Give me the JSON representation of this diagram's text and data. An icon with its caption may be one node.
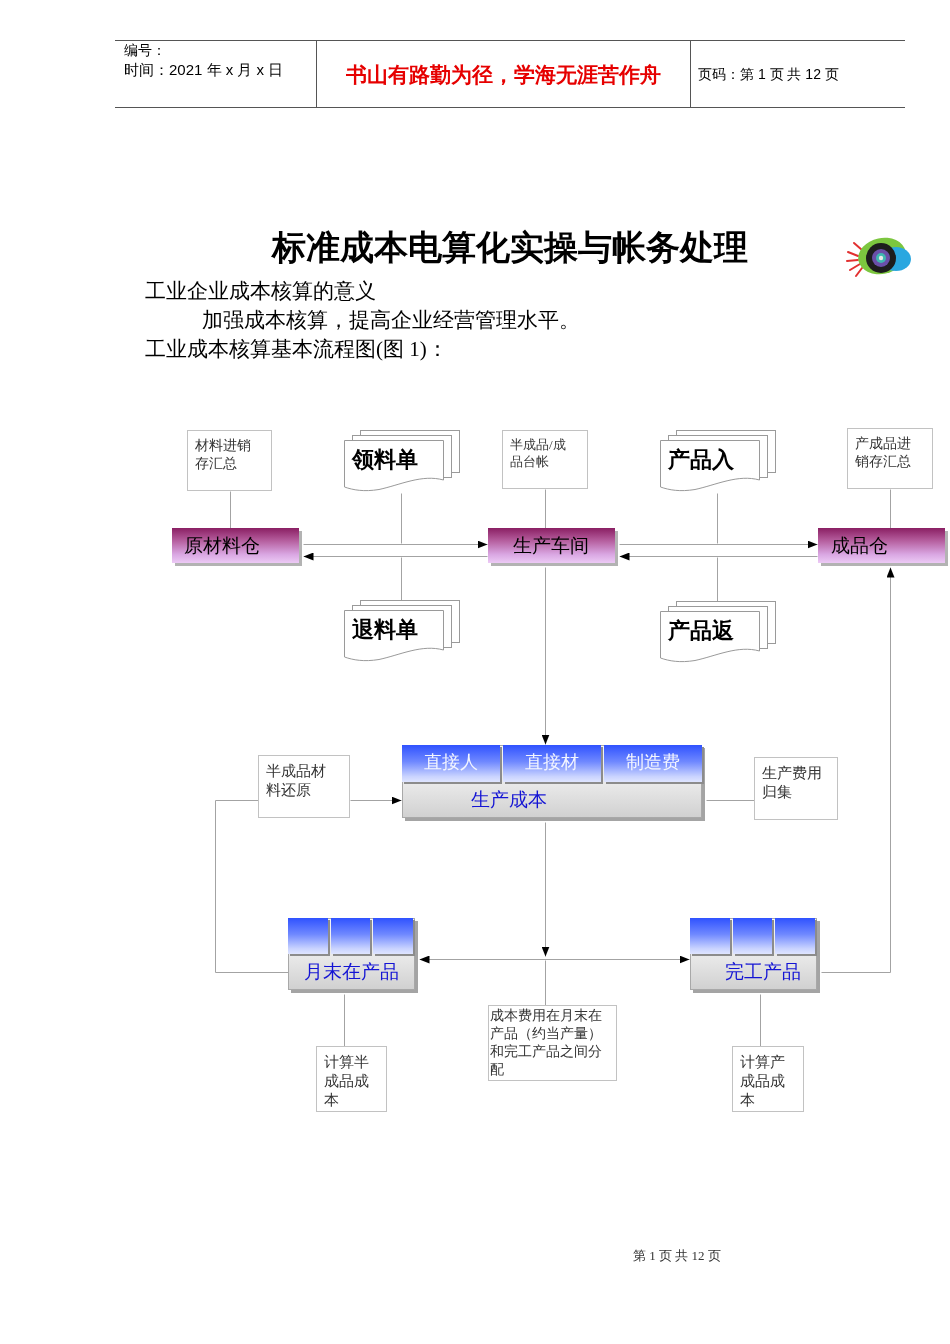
{
  "diagram": {
    "title": "标准成本电算化实操与帐务处理",
    "nodes": [
      {
        "text": [
          "材料进销存汇总"
        ]
      },
      {
        "text": [
          "领料单"
        ]
      },
      {
        "text": [
          "半成品/成品台帐"
        ]
      },
      {
        "text": [
          "产品入"
        ]
      },
      {
        "text": [
          "产成品进销存汇总"
        ]
      },
      {
        "text": [
          "原材料仓"
        ]
      },
      {
        "text": [
          "生产车间"
        ]
      },
      {
        "text": [
          "成品仓"
        ]
      },
      {
        "text": [
          "退料单"
        ]
      },
      {
        "text": [
          "产品返"
        ]
      },
      {
        "text": [
          "半成品材料还原"
        ]
      },
      {
        "text": [
          "生产成本"
        ]
      },
      {
        "text": [
          "直接人"
        ],
        "in": 11
      },
      {
        "text": [
          "直接材"
        ],
        "in": 11
      },
      {
        "text": [
          "制造费"
        ],
        "in": 11
      },
      {
        "text": [
          "生产费用归集"
        ]
      },
      {
        "text": [
          "月末在产品"
        ]
      },
      {
        "text": [],
        "shape": "box",
        "in": 16
      },
      {
        "text": [],
        "shape": "box",
        "in": 16
      },
      {
        "text": [],
        "shape": "box",
        "in": 16
      },
      {
        "text": [
          "完工产品"
        ]
      },
      {
        "text": [],
        "shape": "box",
        "in": 20
      },
      {
        "text": [],
        "shape": "box",
        "in": 20
      },
      {
        "text": [],
        "shape": "box",
        "in": 20
      },
      {
        "text": [
          "成本费用在月末在产品（约当产量）和完工产品之间分配"
        ]
      },
      {
        "text": [
          "计算半成品成本"
        ]
      },
      {
        "text": [
          "计算产成品成本"
        ]
      }
    ],
    "edges": [
      {
        "from": 0,
        "to": 5,
        "arrow": "none"
      },
      {
        "from": 1,
        "to": null,
        "arrow": "none"
      },
      {
        "from": 8,
        "to": null,
        "arrow": "none"
      },
      {
        "from": 2,
        "to": 6,
        "arrow": "none"
      },
      {
        "from": 3,
        "to": null,
        "arrow": "none"
      },
      {
        "from": 9,
        "to": null,
        "arrow": "none"
      },
      {
        "from": 4,
        "to": 7,
        "arrow": "none"
      },
      {
        "from": 5,
        "to": 6,
        "arrow": "to"
      },
      {
        "from": 6,
        "to": 5,
        "arrow": "to"
      },
      {
        "from": 6,
        "to": 7,
        "arrow": "to"
      },
      {
        "from": 7,
        "to": 6,
        "arrow": "to"
      },
      {
        "from": 6,
        "to": 11,
        "arrow": "to"
      },
      {
        "from": 10,
        "to": 11,
        "arrow": "to"
      },
      {
        "from": 15,
        "to": 11,
        "arrow": "none"
      },
      {
        "from": 10,
        "to": 16,
        "arrow": "none"
      },
      {
        "from": 11,
        "to": null,
        "arrow": "to"
      },
      {
        "from": 16,
        "to": 20,
        "arrow": "both"
      },
      {
        "from": 24,
        "to": null,
        "arrow": "none"
      },
      {
        "from": 20,
        "to": 7,
        "arrow": "to"
      },
      {
        "from": 16,
        "to": 25,
        "arrow": "none"
      },
      {
        "from": 20,
        "to": 26,
        "arrow": "none"
      }
    ],
    "labels": [
      "编号：",
      "时间：2021 年 x 月 x 日",
      "书山有路勤为径，学海无涯苦作舟",
      "页码：第 1 页 共 12 页",
      "工业企业成本核算的意义",
      "加强成本核算，提高企业经营管理水平。",
      "工业成本核算基本流程图(图 1)：",
      "第 1 页 共 12 页"
    ]
  }
}
